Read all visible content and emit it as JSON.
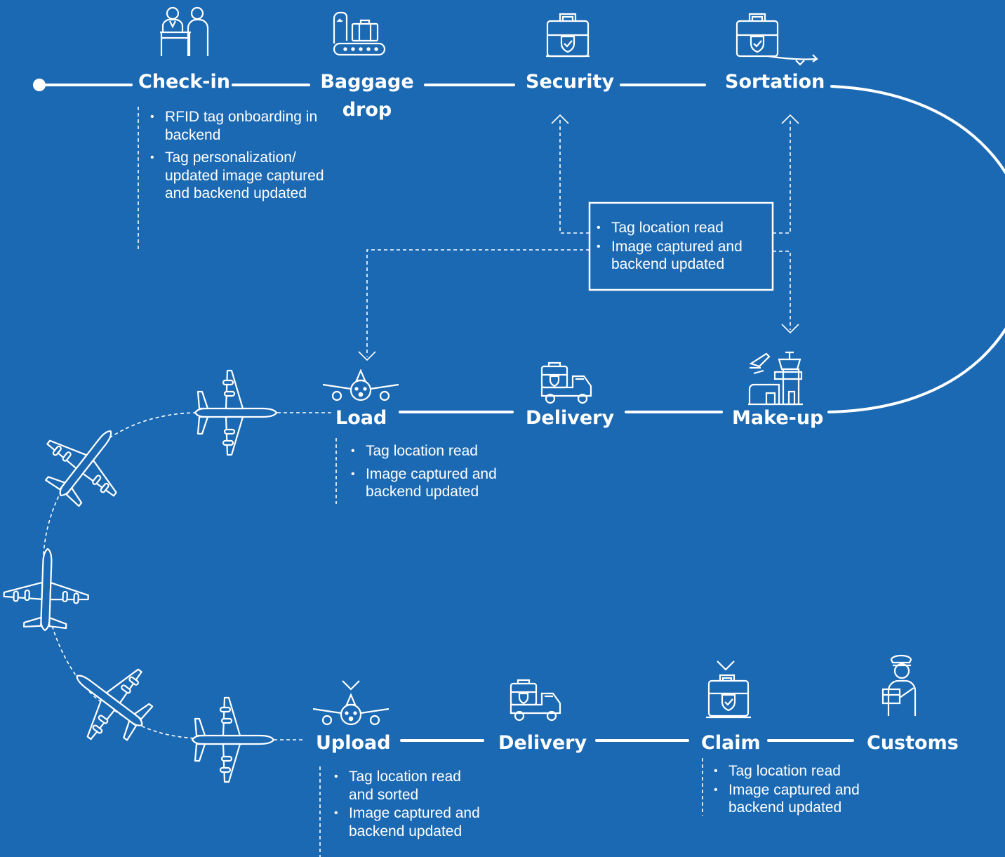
{
  "steps": {
    "checkin": "Check-in",
    "baggage_drop": "Baggage\ndrop",
    "security": "Security",
    "sortation": "Sortation",
    "load": "Load",
    "delivery_mid": "Delivery",
    "makeup": "Make-up",
    "upload": "Upload",
    "delivery_bottom": "Delivery",
    "claim": "Claim",
    "customs": "Customs"
  },
  "notes": {
    "checkin": [
      "RFID tag onboarding in backend",
      "Tag personalization/ updated image captured and backend updated"
    ],
    "security_sortation": [
      "Tag location read",
      "Image captured and backend updated"
    ],
    "load": [
      "Tag location read",
      "Image captured and backend updated"
    ],
    "upload": [
      "Tag location read and sorted",
      "Image captured and backend updated"
    ],
    "claim": [
      "Tag location read",
      "Image captured and backend updated"
    ]
  },
  "icons": {
    "checkin": "check-in-desk-icon",
    "baggage_drop": "baggage-conveyor-icon",
    "security": "secure-baggage-icon",
    "sortation": "baggage-sort-icon",
    "makeup": "control-tower-icon",
    "delivery": "baggage-truck-icon",
    "load": "airplane-front-icon",
    "upload": "airplane-front-icon",
    "claim": "baggage-claim-icon",
    "customs": "customs-officer-icon",
    "flight": "airplane-top-icon"
  },
  "colors": {
    "background": "#1b69b3",
    "foreground": "#ffffff"
  }
}
